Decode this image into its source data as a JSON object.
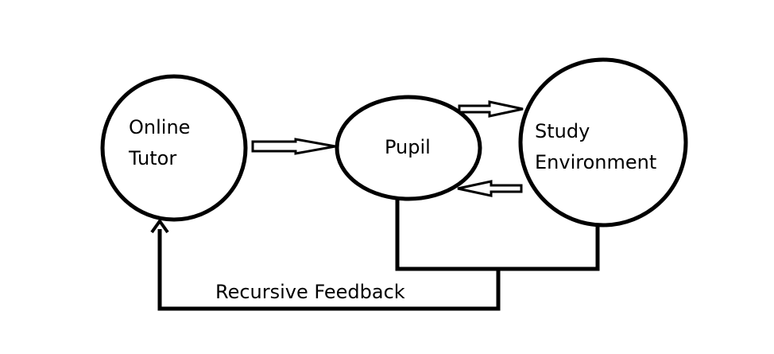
{
  "diagram": {
    "nodes": {
      "online_tutor": {
        "line1": "Online",
        "line2": "Tutor"
      },
      "pupil": {
        "label": "Pupil"
      },
      "study_environment": {
        "line1": "Study",
        "line2": "Environment"
      }
    },
    "edges": {
      "feedback_label": "Recursive Feedback"
    },
    "colors": {
      "stroke": "#000000",
      "background": "#ffffff",
      "text": "#000000"
    }
  }
}
